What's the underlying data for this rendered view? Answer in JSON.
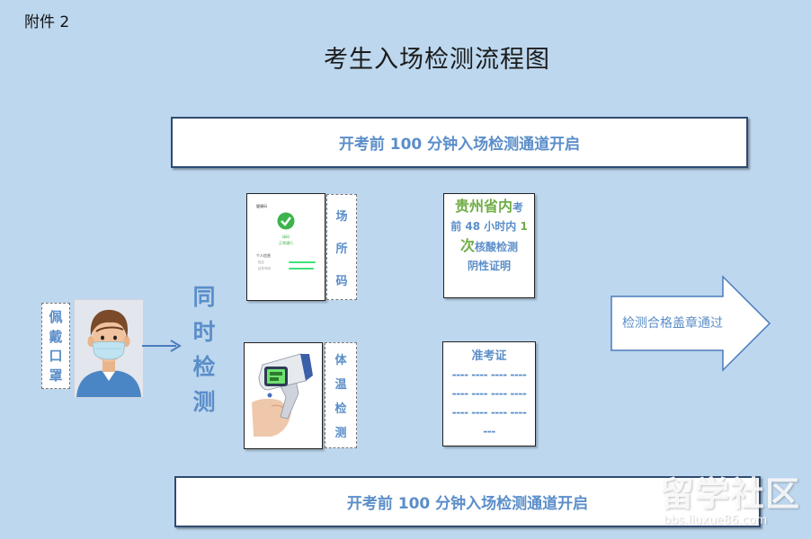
{
  "attachment_label": "附件 2",
  "title": "考生入场检测流程图",
  "banner_top": "开考前 100 分钟入场检测通道开启",
  "banner_bottom": "开考前 100 分钟入场检测通道开启",
  "mask_label": [
    "佩",
    "戴",
    "口",
    "罩"
  ],
  "simultaneous_label": [
    "同",
    "时",
    "检",
    "测"
  ],
  "venue_code_label": [
    "场",
    "所",
    "码"
  ],
  "venue_code_screen": {
    "header": "健康码",
    "status": "绿码",
    "status_note": "正常通行",
    "section": "个人信息",
    "field_1": "姓名",
    "field_2": "证件号码"
  },
  "temperature_label": [
    "体",
    "温",
    "检",
    "测"
  ],
  "nucleic_box": {
    "line1_green": "贵州省内",
    "line1_end": "考",
    "line2_start": "前 48 小时内",
    "line2_green": "1",
    "line3_green": "次",
    "line3_end": "核酸检测",
    "line4": "阴性证明"
  },
  "ticket_box": {
    "title": "准考证",
    "lines": [
      "---- ---- ---- ----",
      "---- ---- ---- ----",
      "---- ---- ---- ----",
      "---"
    ]
  },
  "pass_arrow_text": "检测合格盖章通过",
  "watermark": {
    "main": "留学社区",
    "url": "bbs.liuxue86.com"
  },
  "colors": {
    "background": "#bdd7ee",
    "accent_text": "#5b8ec9",
    "green_text": "#70ad47",
    "banner_border": "#2f4b73",
    "check_green": "#3cb44b"
  }
}
